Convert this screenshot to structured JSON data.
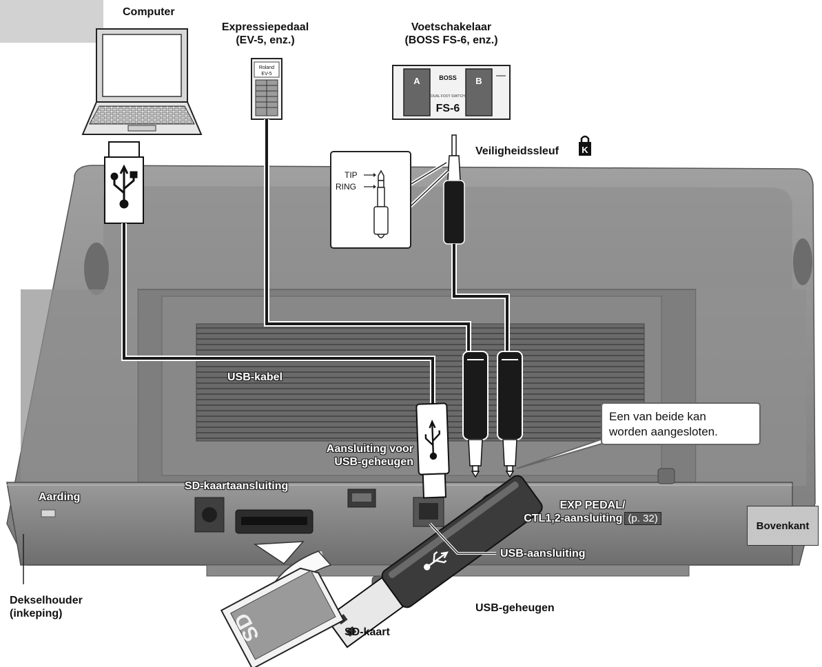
{
  "labels": {
    "computer": "Computer",
    "expression_pedal_line1": "Expressiepedaal",
    "expression_pedal_line2": "(EV-5, enz.)",
    "footswitch_line1": "Voetschakelaar",
    "footswitch_line2": "(BOSS FS-6, enz.)",
    "security_slot": "Veiligheidssleuf",
    "usb_cable": "USB-kabel",
    "usb_memory_connector_line1": "Aansluiting voor",
    "usb_memory_connector_line2": "USB-geheugen",
    "sd_card_slot": "SD-kaartaansluiting",
    "ground": "Aarding",
    "exp_pedal_jack_line1": "EXP PEDAL/",
    "exp_pedal_jack_line2": "CTL1,2-aansluiting",
    "page_ref": "(p. 32)",
    "usb_connector": "USB-aansluiting",
    "usb_memory": "USB-geheugen",
    "sd_card": "SD-kaart",
    "cover_holder_line1": "Dekselhouder",
    "cover_holder_line2": "(inkeping)",
    "top_view": "Bovenkant"
  },
  "callout": {
    "line1": "Een van beide kan",
    "line2": "worden aangesloten."
  },
  "plug_inset": {
    "tip": "TIP",
    "ring": "RING"
  },
  "device_text": {
    "ev5_brand": "Roland",
    "ev5_model": "EV-5",
    "fs6_brand": "BOSS",
    "fs6_model": "FS-6",
    "fs6_switch_a": "A",
    "fs6_switch_b": "B",
    "fs6_sub": "DUAL FOOT SWITCH"
  },
  "colors": {
    "body_gray": "#8e8e8e",
    "body_dark": "#5e5e5e",
    "body_light": "#a8a8a8",
    "cable": "#1a1a1a",
    "callout_border": "#666666",
    "badge_bg": "#c6c6c6"
  }
}
